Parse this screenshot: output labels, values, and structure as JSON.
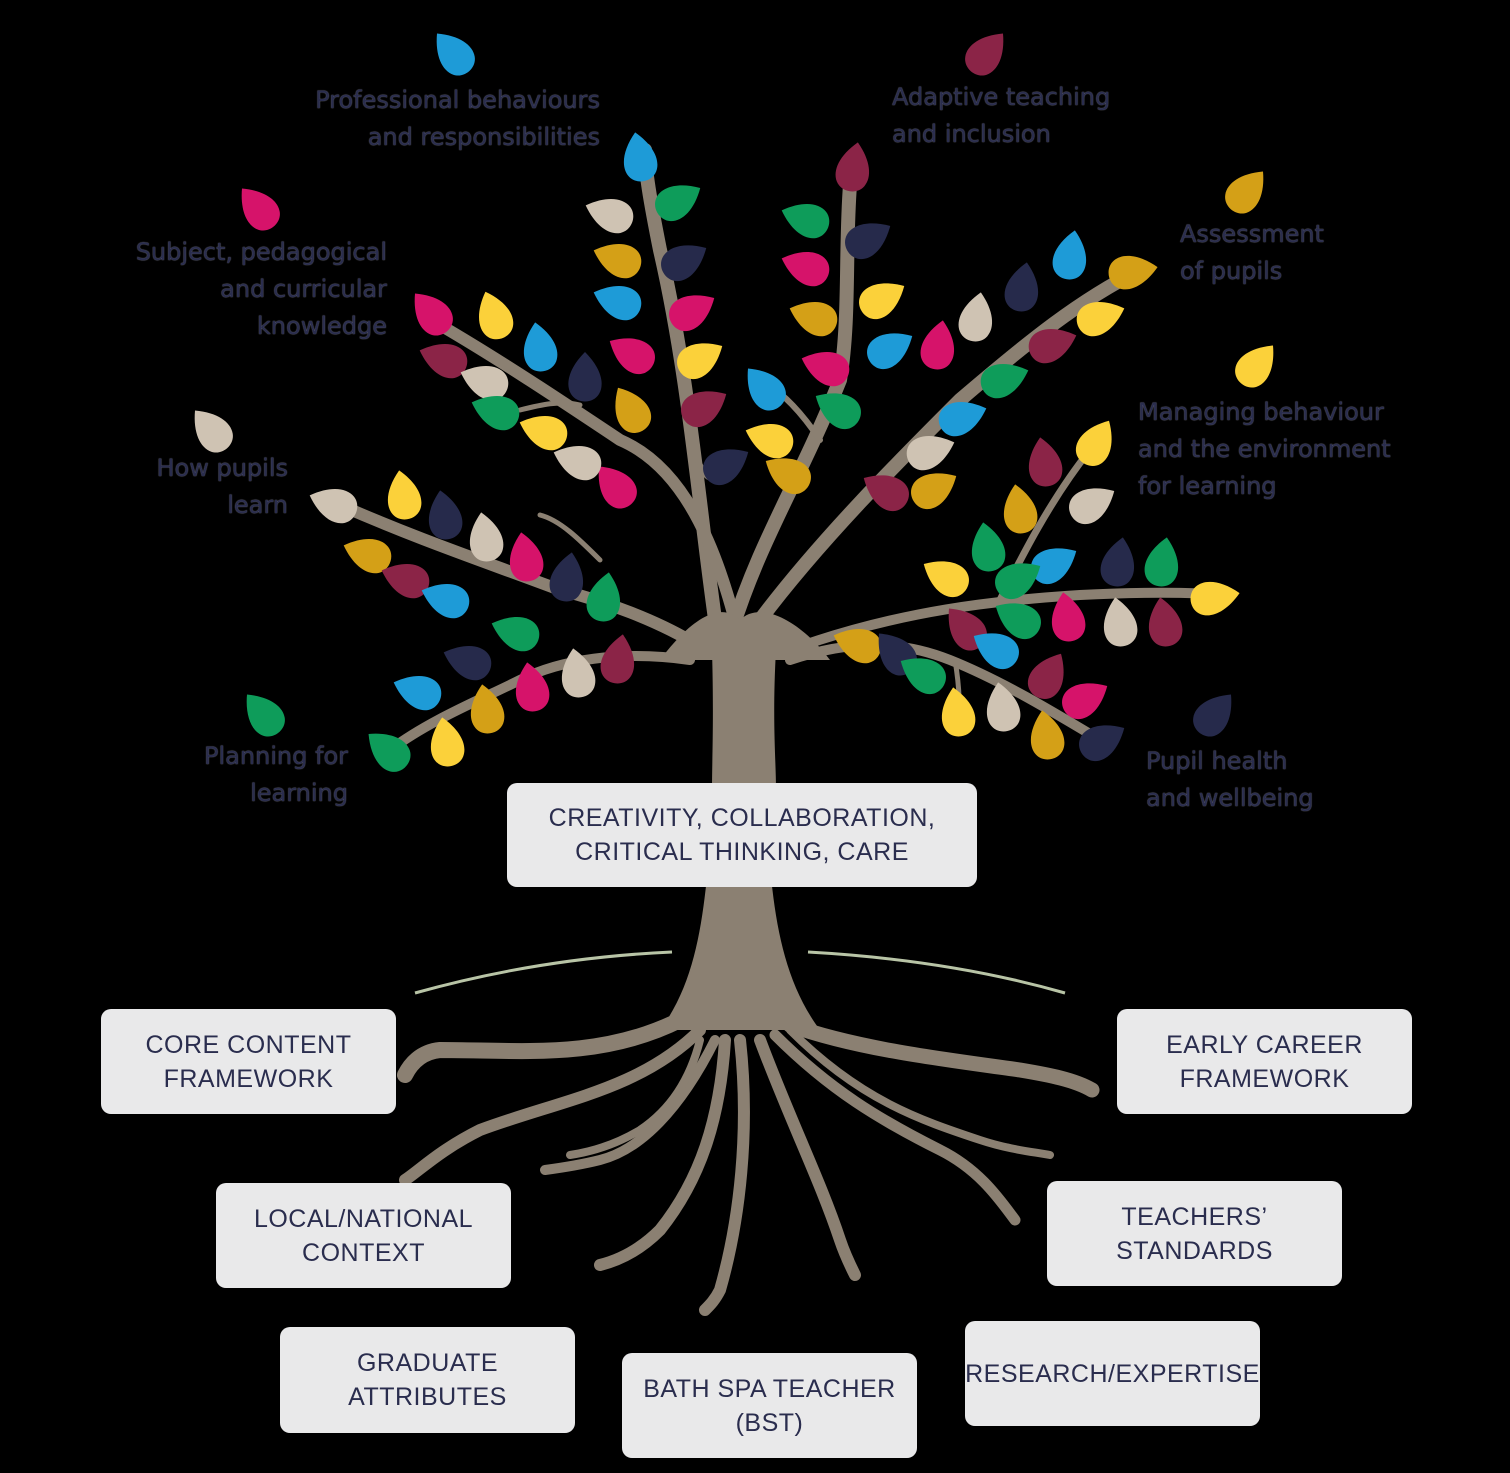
{
  "colors": {
    "trunk": "#8b8072",
    "ground_line": "#b8c4a6",
    "text": "#2a2d4e",
    "box_bg": "#e9e9ea",
    "leaf_blue": "#1e9bd7",
    "leaf_maroon": "#8b2447",
    "leaf_gold": "#d4a017",
    "leaf_magenta": "#d6136a",
    "leaf_beige": "#cfc3b3",
    "leaf_navy": "#262a4b",
    "leaf_yellow": "#fbd13a",
    "leaf_green": "#0e9c5a"
  },
  "branch_labels": [
    {
      "id": "professional",
      "lines": [
        "Professional behaviours",
        "and responsibilities"
      ],
      "leaf_color": "blue"
    },
    {
      "id": "adaptive",
      "lines": [
        "Adaptive teaching",
        "and inclusion"
      ],
      "leaf_color": "maroon"
    },
    {
      "id": "subject",
      "lines": [
        "Subject, pedagogical",
        "and curricular",
        "knowledge"
      ],
      "leaf_color": "magenta"
    },
    {
      "id": "assessment",
      "lines": [
        "Assessment",
        "of pupils"
      ],
      "leaf_color": "gold"
    },
    {
      "id": "managing",
      "lines": [
        "Managing behaviour",
        "and the environment",
        "for learning"
      ],
      "leaf_color": "yellow"
    },
    {
      "id": "how-pupils",
      "lines": [
        "How pupils",
        "learn"
      ],
      "leaf_color": "beige"
    },
    {
      "id": "planning",
      "lines": [
        "Planning for",
        "learning"
      ],
      "leaf_color": "green"
    },
    {
      "id": "health",
      "lines": [
        "Pupil health",
        "and wellbeing"
      ],
      "leaf_color": "navy"
    }
  ],
  "trunk_box": {
    "lines": [
      "CREATIVITY, COLLABORATION,",
      "CRITICAL THINKING, CARE"
    ]
  },
  "root_boxes": [
    {
      "id": "core-content",
      "lines": [
        "CORE CONTENT",
        "FRAMEWORK"
      ]
    },
    {
      "id": "early-career",
      "lines": [
        "EARLY CAREER",
        "FRAMEWORK"
      ]
    },
    {
      "id": "local-national",
      "lines": [
        "LOCAL/NATIONAL",
        "CONTEXT"
      ]
    },
    {
      "id": "teachers-standards",
      "lines": [
        "TEACHERS’",
        "STANDARDS"
      ]
    },
    {
      "id": "graduate",
      "lines": [
        "GRADUATE",
        "ATTRIBUTES"
      ]
    },
    {
      "id": "bath-spa",
      "lines": [
        "BATH SPA TEACHER",
        "(BST)"
      ]
    },
    {
      "id": "research",
      "lines": [
        "RESEARCH/EXPERTISE"
      ]
    }
  ]
}
